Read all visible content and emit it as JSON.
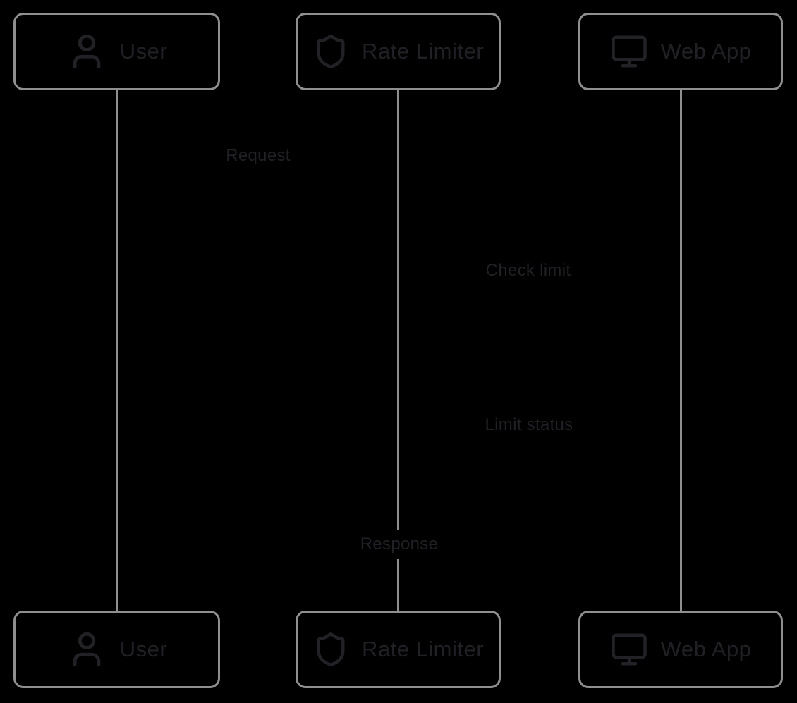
{
  "diagram_type": "sequence-diagram",
  "palette": {
    "background": "#000000",
    "box_border": "#8f8f8f",
    "lifeline": "#8f8f8f",
    "box_fill": "#000000",
    "text": "#212125",
    "icon": "#222226"
  },
  "participants": [
    {
      "label": "User",
      "icon": "user-icon"
    },
    {
      "label": "Rate Limiter",
      "icon": "shield-icon"
    },
    {
      "label": "Web App",
      "icon": "monitor-icon"
    }
  ],
  "messages": [
    {
      "label": "Request"
    },
    {
      "label": "Check limit"
    },
    {
      "label": "Limit status"
    },
    {
      "label": "Response"
    }
  ]
}
